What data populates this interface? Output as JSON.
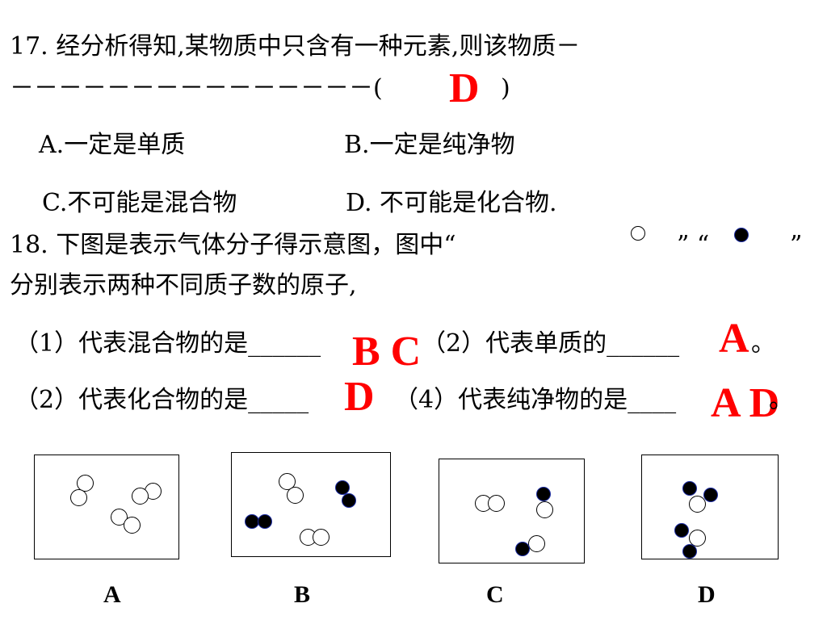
{
  "q17": {
    "line1": "17.  经分析得知,某物质中只含有一种元素,则该物质－",
    "line2": "－－－－－－－－－－－－－－－(",
    "line2_close": ")",
    "answer": "D",
    "optA": "A.一定是单质",
    "optB": "B.一定是纯净物",
    "optC": "C.不可能是混合物",
    "optD": "D. 不可能是化合物."
  },
  "q18": {
    "line1_a": "18.  下图是表示气体分子得示意图，图中“",
    "line1_b": "”  “",
    "line1_c": "”",
    "line2": "分别表示两种不同质子数的原子,",
    "p1": "（1）代表混合物的是______",
    "p2": "（2）代表单质的______",
    "p2_end": "。",
    "p3": "（2）代表化合物的是_____",
    "p4": "（4）代表纯净物的是____",
    "p4_end": "。",
    "ans1": "B C",
    "ans2": "A",
    "ans3": "D",
    "ans4": "A D"
  },
  "figure": {
    "labels": [
      "A",
      "B",
      "C",
      "D"
    ]
  },
  "colors": {
    "answer": "#ff0000",
    "atom_dark": "#000000",
    "atom_outline": "#1a2aa0"
  }
}
